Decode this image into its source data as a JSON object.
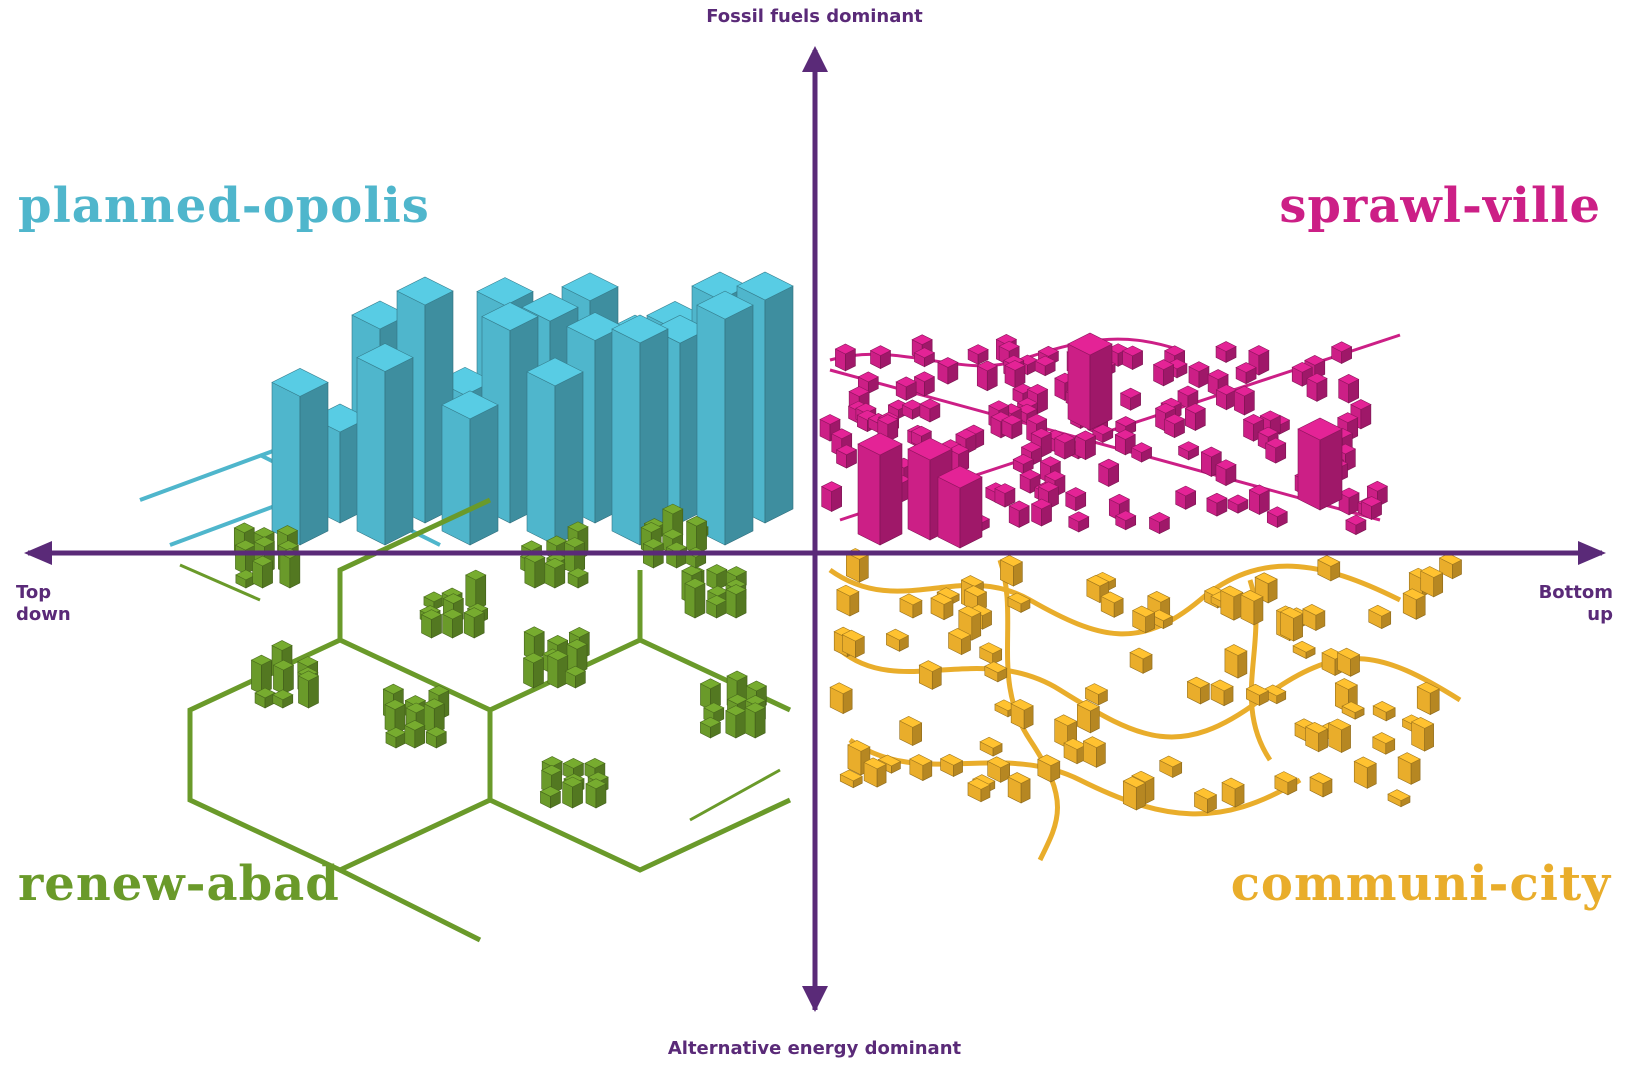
{
  "axes": {
    "top": "Fossil fuels dominant",
    "bottom": "Alternative energy dominant",
    "left_line1": "Top",
    "left_line2": "down",
    "right_line1": "Bottom",
    "right_line2": "up"
  },
  "quadrants": {
    "top_left": "planned-opolis",
    "top_right": "sprawl-ville",
    "bottom_left": "renew-abad",
    "bottom_right": "communi-city"
  },
  "colors": {
    "axis": "#5a2a78",
    "planned": "#4fb6cc",
    "sprawl": "#cc1f86",
    "renew": "#6a9a2a",
    "communi": "#e9ad2b"
  }
}
